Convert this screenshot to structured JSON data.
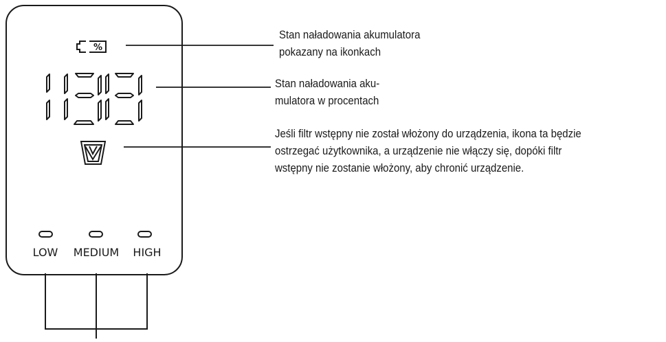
{
  "callouts": {
    "battery_icon": [
      "Stan naładowania akumulatora",
      "pokazany na ikonkach"
    ],
    "battery_percent": [
      "Stan naładowania aku-",
      "mulatora w procentach"
    ],
    "prefilter": [
      "Jeśli filtr wstępny nie został włożony do urządzenia, ikona ta będzie",
      "ostrzegać użytkownika, a urządzenie nie włączy się, dopóki filtr",
      "wstępny nie zostanie włożony, aby chronić urządzenie."
    ]
  },
  "display": {
    "battery_symbol": "%",
    "modes": {
      "low": "LOW",
      "medium": "MEDIUM",
      "high": "HIGH"
    }
  }
}
